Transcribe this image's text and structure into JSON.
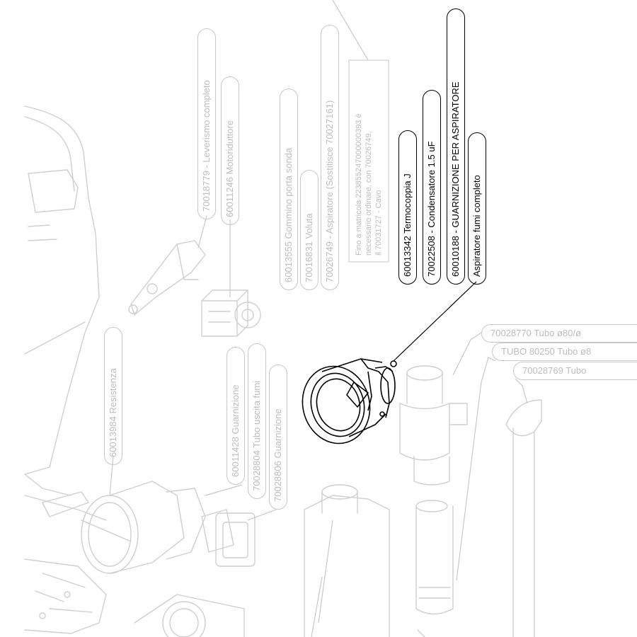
{
  "callouts": {
    "lever_mechanism": "70018779 - Leverismo completo",
    "gear_motor": "60011246 Motoriduttore",
    "probe_grommet": "60013555 Gommino porta sonda",
    "volute": "70016831 Voluta",
    "aspirator_replaced": "70026749 - Aspiratore (Sostitisce 70027161)",
    "note_box": [
      "Fino a matricola 223855247000000393 è",
      "necessario ordinare, con 70026749,",
      "il 70031727 - Cavo"
    ],
    "thermocouple": "60013342 Termocoppia J",
    "capacitor": "70022508 - Condensatore 1.5 uF",
    "aspirator_gasket": "60010188 - GUARNIZIONE PER ASPIRATORE",
    "aspirator_complete": "Aspiratore fumi completo",
    "resistance": "60013984 Resistenza",
    "gasket_1": "60011428 Guarnizione",
    "flue_pipe": "70028804 Tubo uscita fumi",
    "gasket_2": "70028806 Guarnizione",
    "tube_80": "70028770 Tubo ø80/ø",
    "tube_80250": "TUBO 80250 Tubo ø8",
    "tube_3": "70028769 Tubo"
  }
}
